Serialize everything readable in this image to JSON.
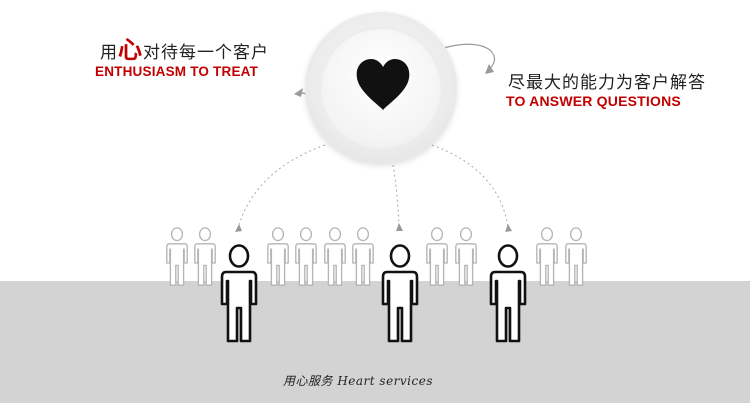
{
  "slogan_left": {
    "cn_prefix": "用",
    "cn_highlight": "心",
    "cn_suffix": "对待每一个客户",
    "en": "ENTHUSIASM TO TREAT"
  },
  "slogan_right": {
    "cn": "尽最大的能力为客户解答",
    "en": "TO ANSWER QUESTIONS"
  },
  "caption": "用心服务 Heart services",
  "icons": {
    "center": "heart-icon",
    "people": "person-icon"
  },
  "colors": {
    "accent": "#c20000",
    "heart": "#111111",
    "floor": "#d3d3d3"
  }
}
